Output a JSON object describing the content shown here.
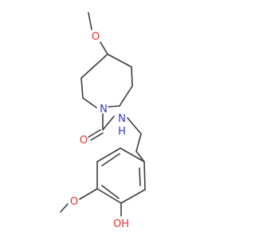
{
  "colors": {
    "bond": "#3c3c3c",
    "oxygen": "#e8322d",
    "nitrogen": "#2f38c8"
  },
  "atoms": {
    "o_methoxy_ring": "O",
    "n_ring": "N",
    "o_carbonyl": "O",
    "nh": "N",
    "h_nh": "H",
    "o_methoxy_aryl": "O",
    "oh": "OH"
  }
}
